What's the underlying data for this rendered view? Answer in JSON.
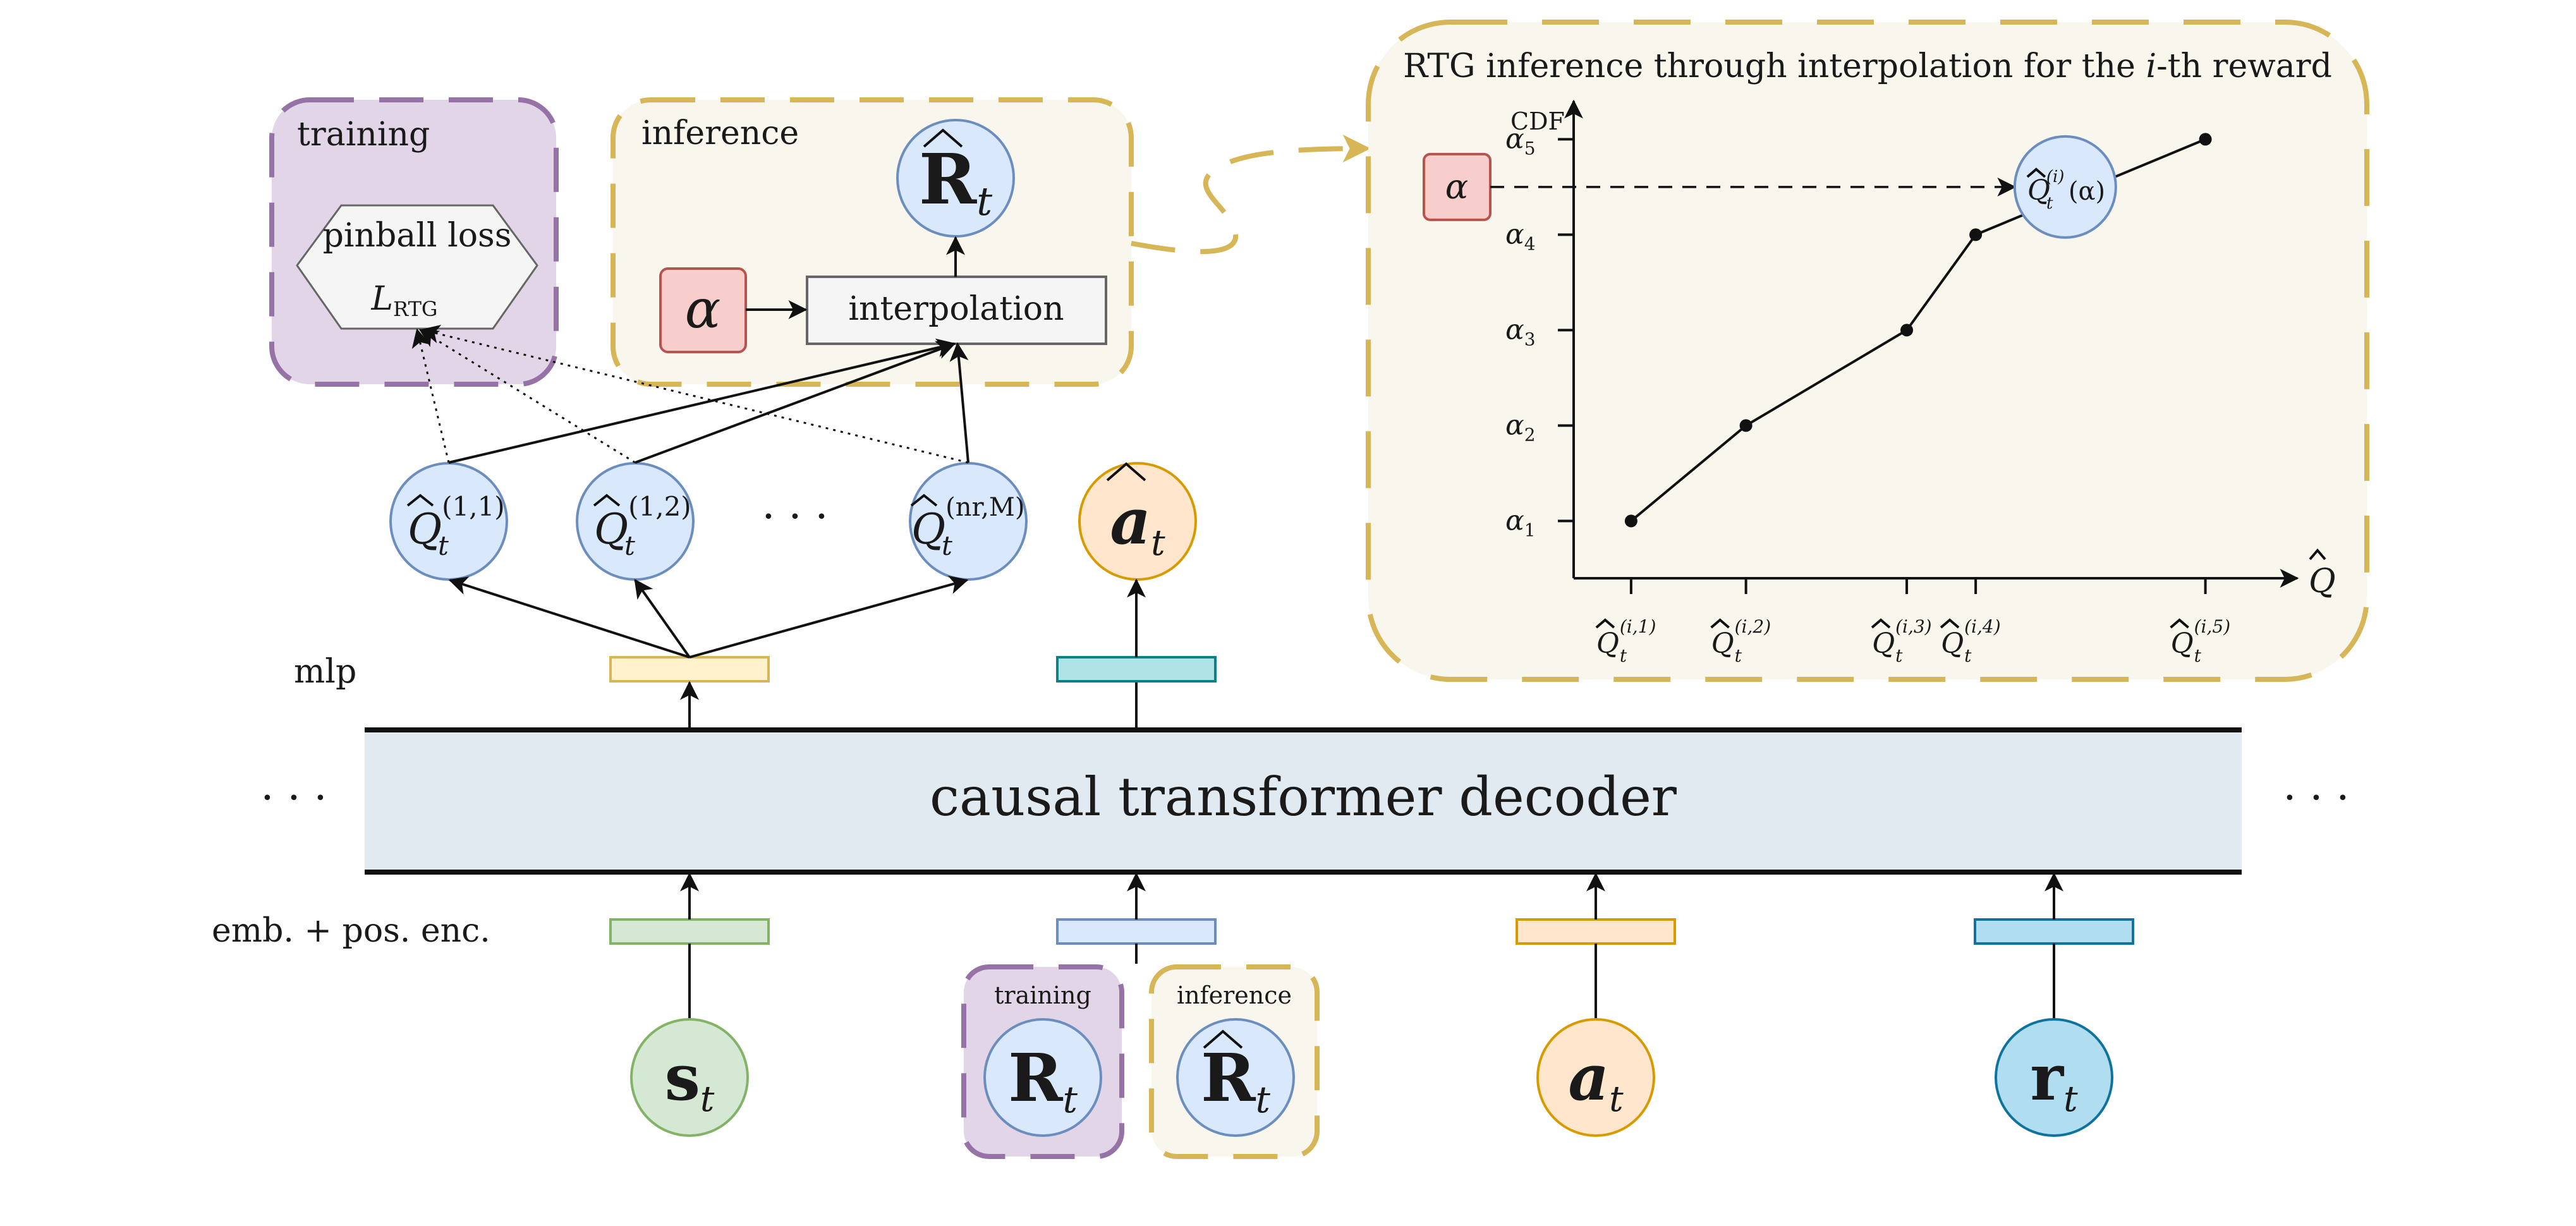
{
  "top_left": {
    "training": {
      "title": "training",
      "loss_label": "pinball loss",
      "loss_symbol": "L",
      "loss_subscript": "RTG"
    },
    "inference": {
      "title": "inference",
      "alpha": "α",
      "interpolation": "interpolation",
      "output_base": "R",
      "output_sub": "t"
    }
  },
  "quantiles": [
    {
      "base": "Q",
      "sup": "(1,1)",
      "sub": "t"
    },
    {
      "base": "Q",
      "sup": "(1,2)",
      "sub": "t"
    },
    {
      "base": "Q",
      "sup": "(nr,M)",
      "sub": "t"
    }
  ],
  "quantile_ellipsis": "· · ·",
  "action_output": {
    "base": "a",
    "sub": "t"
  },
  "labels": {
    "mlp": "mlp",
    "emb": "emb. + pos. enc.",
    "decoder": "causal transformer decoder",
    "ellipsis_left": "· · ·",
    "ellipsis_right": "· · ·"
  },
  "inputs": [
    {
      "base": "s",
      "sub": "t"
    },
    {
      "training_title": "training",
      "base": "R",
      "sub": "t"
    },
    {
      "inference_title": "inference",
      "base": "R",
      "sub": "t"
    },
    {
      "base": "a",
      "sub": "t"
    },
    {
      "base": "r",
      "sub": "t"
    }
  ],
  "colors": {
    "training_bg": "#e1d5e7",
    "training_border": "#9673a6",
    "inference_bg": "#f9f7ed",
    "inference_border": "#d6b656",
    "blue_fill": "#dae8fc",
    "blue_stroke": "#6c8ebf",
    "green_fill": "#d5e8d4",
    "green_stroke": "#82b366",
    "orange_fill": "#ffe6cc",
    "orange_stroke": "#d79b00",
    "cyan_fill": "#b1ddf0",
    "cyan_stroke": "#10739e",
    "teal_fill": "#b0e3e6",
    "teal_stroke": "#0e8088",
    "yellow_fill": "#fff2cc",
    "yellow_stroke": "#d6b656",
    "alpha_fill": "#f8cecc",
    "alpha_stroke": "#b85450",
    "decoder_fill": "#e1e9f1"
  },
  "chart_data": {
    "type": "line",
    "title_prefix": "RTG inference through interpolation for the ",
    "title_i": "i",
    "title_suffix": "-th reward",
    "ylabel": "CDF",
    "xlabel": "Q",
    "alpha_label": "α",
    "interp_label": "Q",
    "interp_sup": "(i)",
    "interp_sub": "t",
    "interp_arg": "(α)",
    "points": [
      {
        "x": 1,
        "y": 1,
        "xlabel_sup": "(i,1)",
        "ylabel": "α",
        "ylabel_sub": "1"
      },
      {
        "x": 2,
        "y": 2,
        "xlabel_sup": "(i,2)",
        "ylabel": "α",
        "ylabel_sub": "2"
      },
      {
        "x": 3.4,
        "y": 3,
        "xlabel_sup": "(i,3)",
        "ylabel": "α",
        "ylabel_sub": "3"
      },
      {
        "x": 4,
        "y": 4,
        "xlabel_sup": "(i,4)",
        "ylabel": "α",
        "ylabel_sub": "4"
      },
      {
        "x": 6,
        "y": 5,
        "xlabel_sup": "(i,5)",
        "ylabel": "α",
        "ylabel_sub": "5"
      }
    ],
    "alpha_value": 4.5,
    "xtick_base": "Q",
    "xtick_sub": "t"
  }
}
